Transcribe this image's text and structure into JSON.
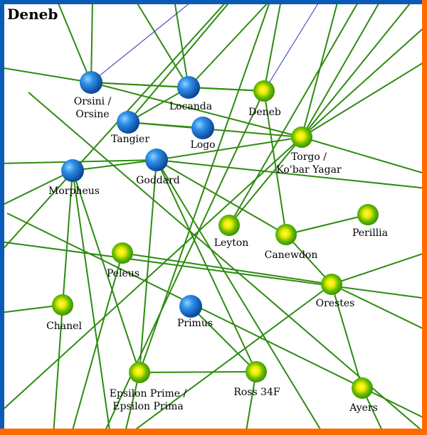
{
  "map": {
    "title": "Deneb",
    "colors": {
      "route": "#2e8b10",
      "jump_link": "#3030c0",
      "border_left": "#0a5bb5",
      "border_right": "#ff6a00",
      "background": "#ffffff"
    },
    "nodes": [
      {
        "id": "orsini",
        "name_lines": [
          "Orsini /",
          "Orsine"
        ],
        "kind": "blue"
      },
      {
        "id": "locanda",
        "name_lines": [
          "Locanda"
        ],
        "kind": "blue"
      },
      {
        "id": "deneb",
        "name_lines": [
          "Deneb"
        ],
        "kind": "green"
      },
      {
        "id": "tangier",
        "name_lines": [
          "Tangier"
        ],
        "kind": "blue"
      },
      {
        "id": "logo",
        "name_lines": [
          "Logo"
        ],
        "kind": "blue"
      },
      {
        "id": "torgo",
        "name_lines": [
          "Torgo /",
          "Ko'bar Yagar"
        ],
        "kind": "green"
      },
      {
        "id": "goddard",
        "name_lines": [
          "Goddard"
        ],
        "kind": "blue"
      },
      {
        "id": "morpheus",
        "name_lines": [
          "Morpheus"
        ],
        "kind": "blue"
      },
      {
        "id": "leyton",
        "name_lines": [
          "Leyton"
        ],
        "kind": "green"
      },
      {
        "id": "canewdon",
        "name_lines": [
          "Canewdon"
        ],
        "kind": "green"
      },
      {
        "id": "perillia",
        "name_lines": [
          "Perillia"
        ],
        "kind": "green"
      },
      {
        "id": "peleus",
        "name_lines": [
          "Peleus"
        ],
        "kind": "green"
      },
      {
        "id": "orestes",
        "name_lines": [
          "Orestes"
        ],
        "kind": "green"
      },
      {
        "id": "chanel",
        "name_lines": [
          "Chanel"
        ],
        "kind": "green"
      },
      {
        "id": "primus",
        "name_lines": [
          "Primus"
        ],
        "kind": "blue"
      },
      {
        "id": "epsilon",
        "name_lines": [
          "Epsilon Prime /",
          "Epsilon Prima"
        ],
        "kind": "green"
      },
      {
        "id": "ross",
        "name_lines": [
          "Ross 34F"
        ],
        "kind": "green"
      },
      {
        "id": "ayers",
        "name_lines": [
          "Ayers"
        ],
        "kind": "green"
      }
    ]
  }
}
